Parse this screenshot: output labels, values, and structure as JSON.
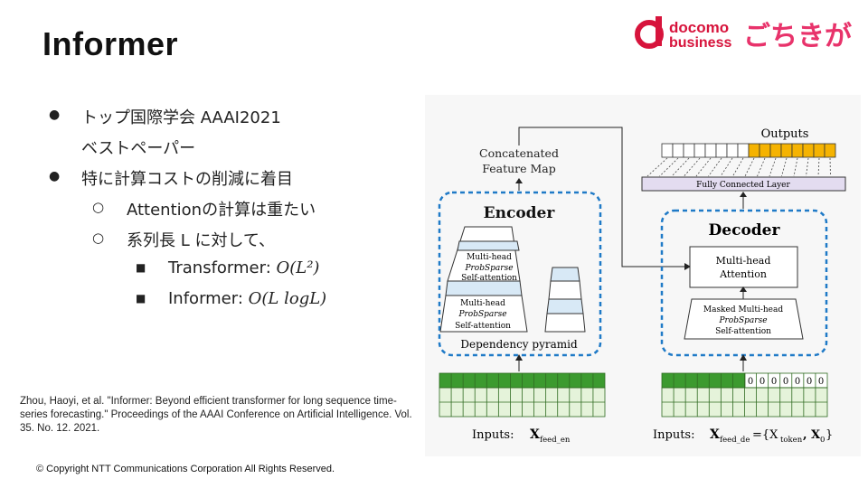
{
  "slide": {
    "title": "Informer",
    "logo": {
      "brand": "docomo",
      "brand2": "business",
      "mascot": "ごちきが"
    },
    "bullets": [
      {
        "text": "トップ国際学会 AAAI2021",
        "text2": "ベストペーパー"
      },
      {
        "text": "特に計算コストの削減に着目"
      },
      {
        "text": "Attentionの計算は重たい"
      },
      {
        "text": "系列長 L に対して、"
      },
      {
        "text": "Transformer: ",
        "math": "O(L²)"
      },
      {
        "text": "Informer: ",
        "math": "O(L logL)"
      }
    ],
    "reference": "Zhou, Haoyi, et al. \"Informer: Beyond efficient transformer for long sequence time-series forecasting.\" Proceedings of the AAAI Conference on Artificial Intelligence. Vol. 35. No. 12. 2021.",
    "copyright": "© Copyright NTT Communications Corporation All Rights Reserved."
  },
  "diagram": {
    "outputs": "Outputs",
    "concat": [
      "Concatenated",
      "Feature Map"
    ],
    "fc": "Fully Connected Layer",
    "encoder": "Encoder",
    "decoder": "Decoder",
    "enc_block": [
      "Multi-head",
      "ProbSparse",
      "Self-attention"
    ],
    "dep": "Dependency pyramid",
    "dec_attn": [
      "Multi-head",
      "Attention"
    ],
    "masked": [
      "Masked Multi-head",
      "ProbSparse",
      "Self-attention"
    ],
    "zeros": [
      "0",
      "0",
      "0",
      "0",
      "0",
      "0",
      "0"
    ],
    "inputs_en": "Inputs:",
    "x_en": "X",
    "x_en_sub": "feed_en",
    "inputs_de": "Inputs:",
    "x_de": "X",
    "x_de_sub": "feed_de",
    "x_de_rest": "={X",
    "x_tok_sub": "token",
    "x_zero": ", X",
    "x_zero_sub": "0",
    "x_close": "}"
  },
  "colors": {
    "accent_red": "#d7143c",
    "blue_dash": "#1f7ac7",
    "green_cell": "#3c9a2f",
    "light_green": "#e5f3da",
    "orange": "#f5b301",
    "lavender": "#e3dcf0",
    "pale_blue": "#d8e9f6"
  }
}
